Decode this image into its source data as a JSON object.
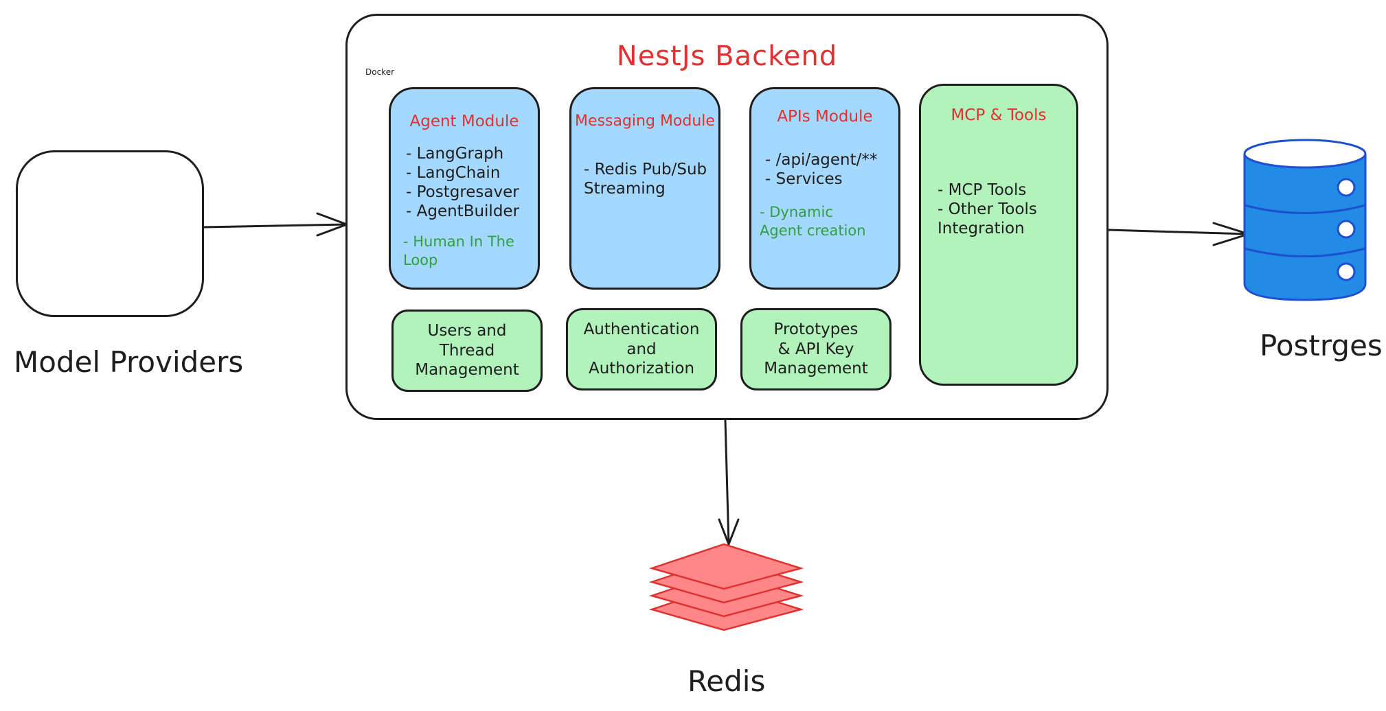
{
  "backend": {
    "title": "NestJs Backend",
    "docker_label": "Docker"
  },
  "modules": {
    "agent": {
      "title": "Agent Module",
      "items": "- LangGraph\n- LangChain\n- Postgresaver\n- AgentBuilder",
      "note": "- Human In The\nLoop"
    },
    "messaging": {
      "title": "Messaging Module",
      "items": "- Redis Pub/Sub\n  Streaming"
    },
    "apis": {
      "title": "APIs Module",
      "items": "- /api/agent/**\n- Services",
      "note": "- Dynamic\nAgent creation"
    },
    "mcp": {
      "title": "MCP & Tools",
      "items": "- MCP Tools\n- Other Tools\nIntegration"
    },
    "users": {
      "label": "Users and\nThread\nManagement"
    },
    "auth": {
      "label": "Authentication\nand\nAuthorization"
    },
    "prototypes": {
      "label": "Prototypes\n& API Key\nManagement"
    }
  },
  "external": {
    "model_providers": "Model Providers",
    "postgres": "Postrges",
    "redis": "Redis"
  },
  "colors": {
    "module_blue": "#a5d8ff",
    "module_green": "#b2f2bb",
    "title_red": "#e03131",
    "note_green": "#2f9e44",
    "db_blue": "#228be6",
    "redis_red": "#ff8787"
  },
  "icons": [
    "openai-icon",
    "google-icon",
    "docker-icon",
    "database-icon",
    "redis-icon"
  ]
}
